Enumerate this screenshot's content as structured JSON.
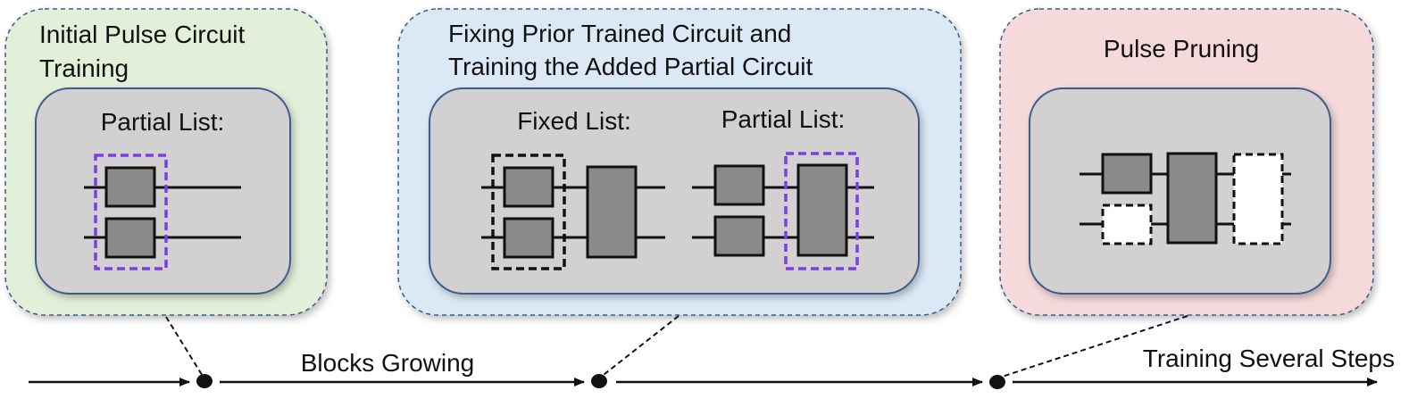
{
  "panels": {
    "panel1": {
      "title_line1": "Initial Pulse Circuit",
      "title_line2": "Training",
      "inner_label": "Partial List:",
      "bg_color": "#e2efd9"
    },
    "panel2": {
      "title_line1": "Fixing Prior Trained Circuit and",
      "title_line2": "Training the Added Partial Circuit",
      "fixed_label": "Fixed List:",
      "partial_label": "Partial List:",
      "bg_color": "#dbe8f5"
    },
    "panel3": {
      "title": "Pulse Pruning",
      "bg_color": "#f5d9db"
    }
  },
  "timeline": {
    "label_growing": "Blocks Growing",
    "label_training": "Training Several Steps"
  },
  "colors": {
    "inner_box": "#d2d0d0",
    "inner_border": "#3e5c8a",
    "panel_border": "#3e5c8a",
    "gate_fill": "#8a8a8a",
    "highlight": "#7b3fe4"
  }
}
